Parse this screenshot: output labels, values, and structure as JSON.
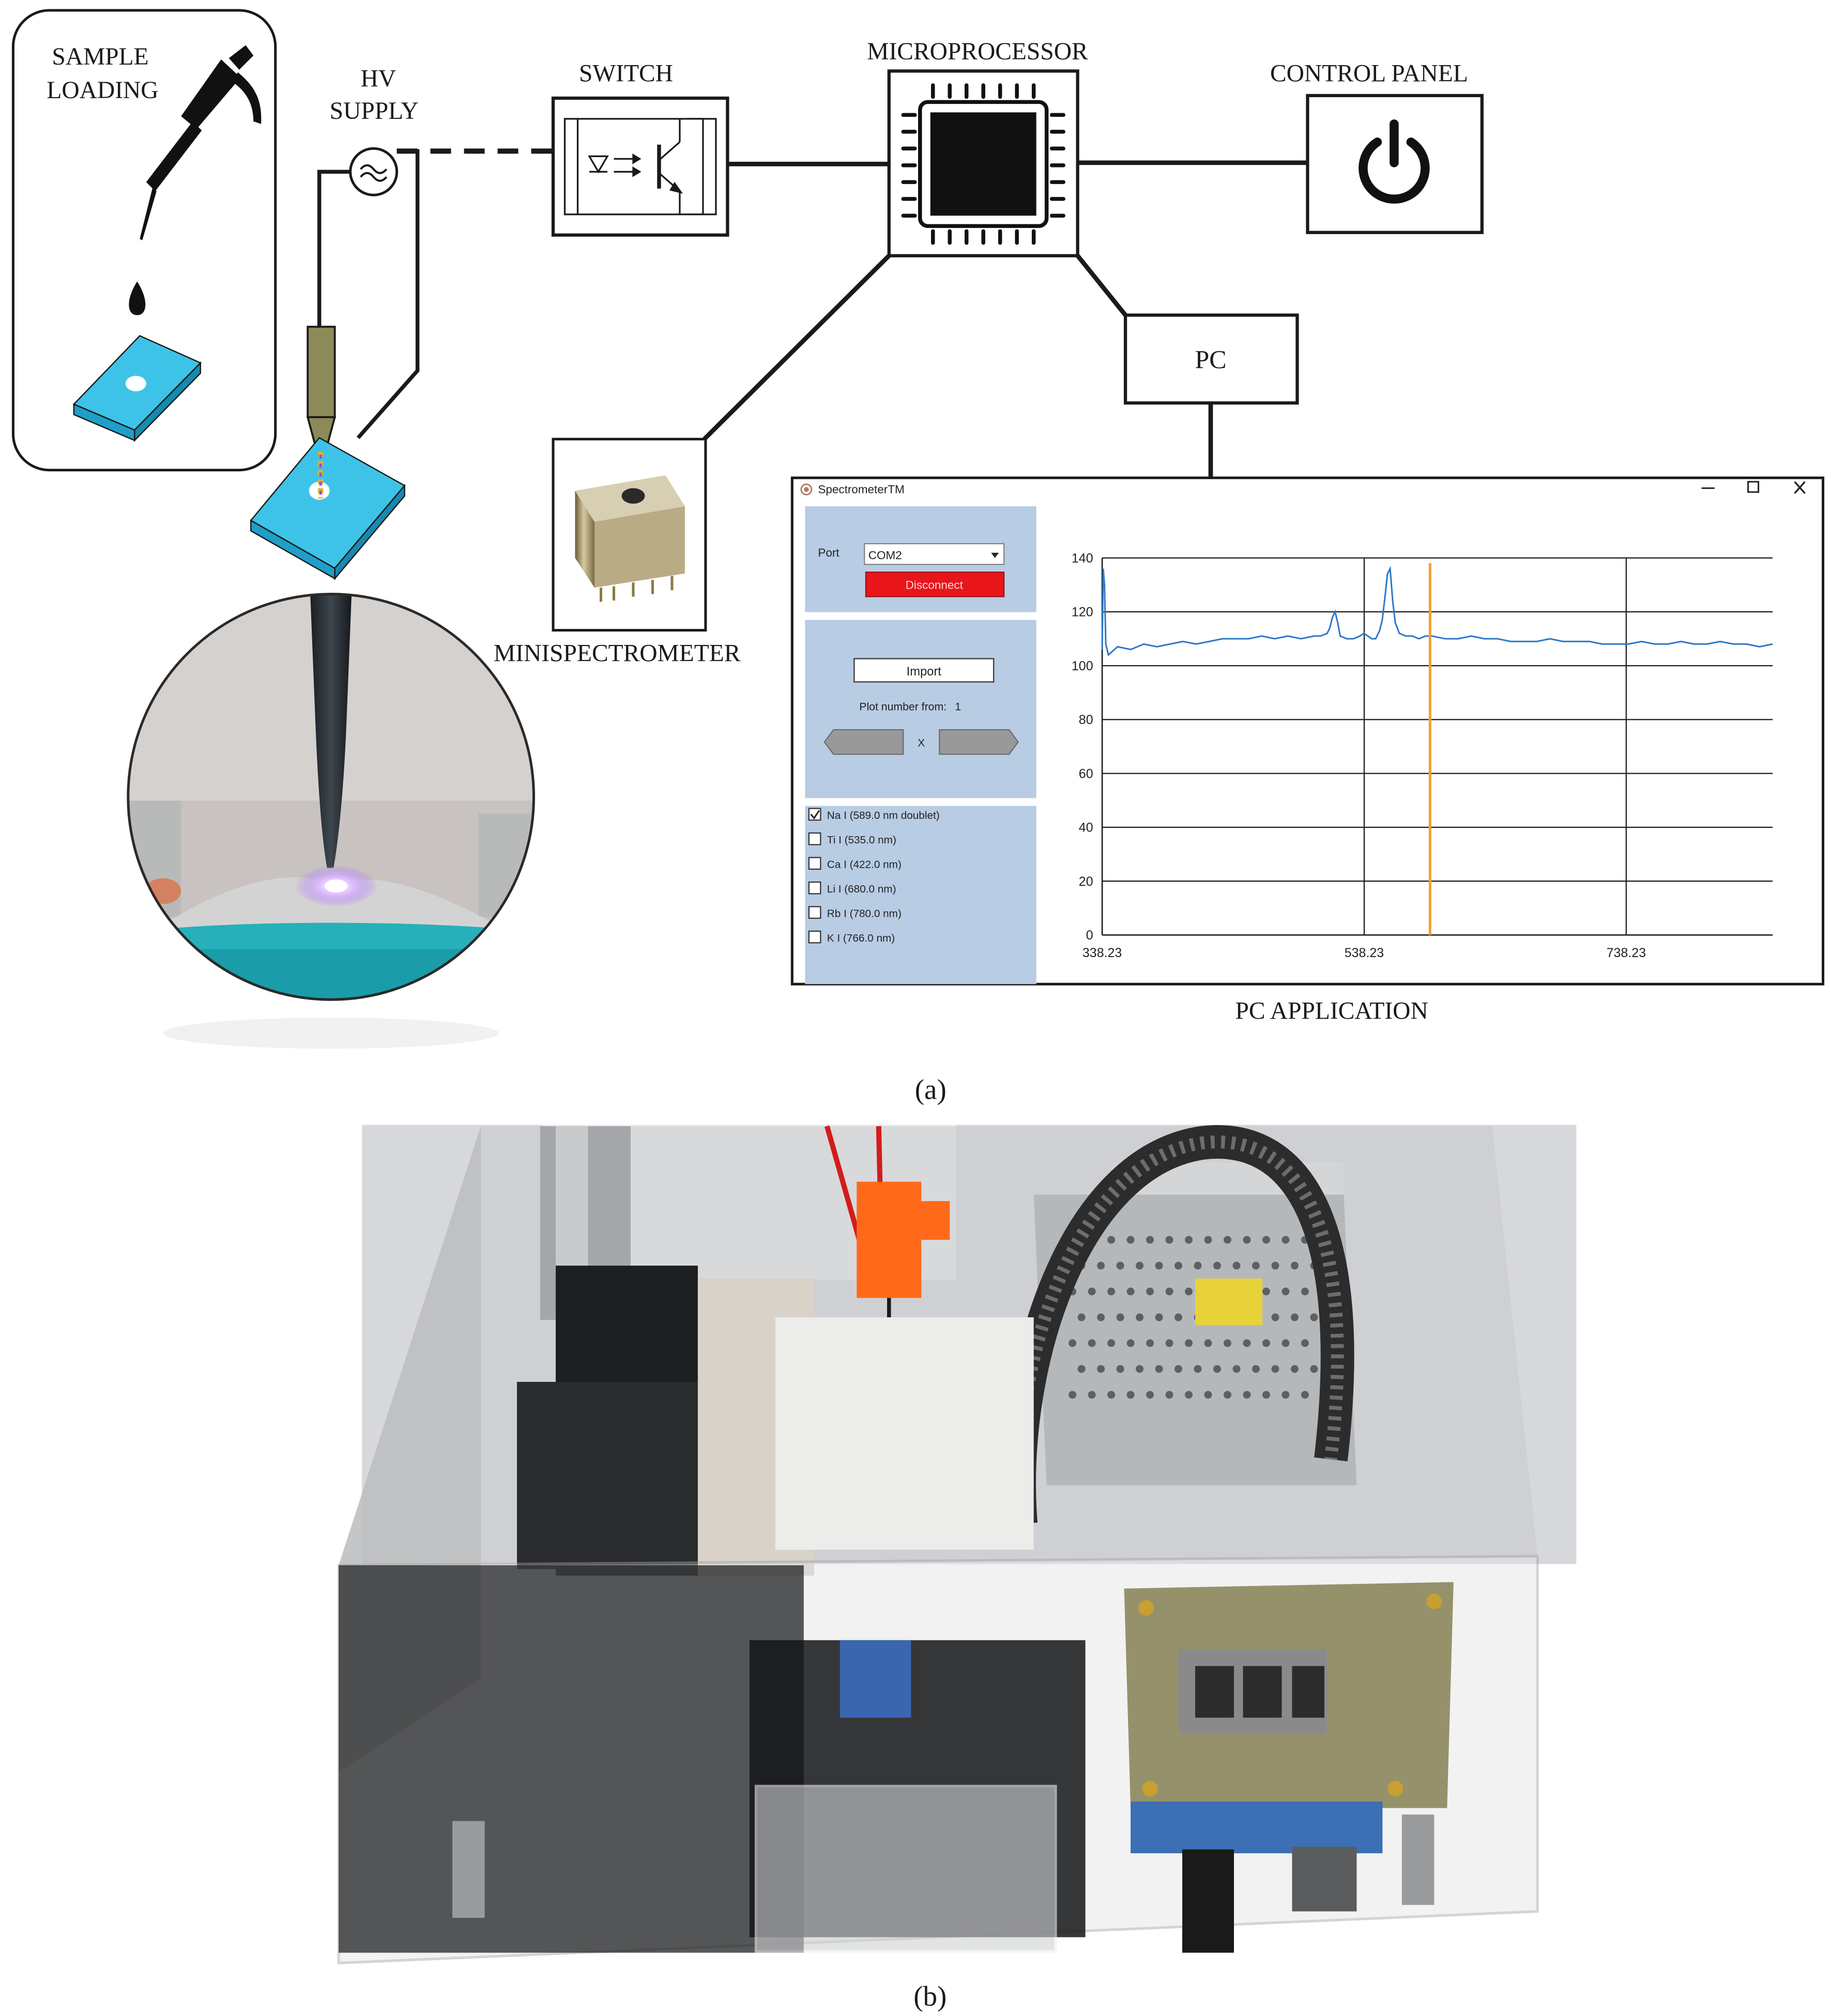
{
  "labels": {
    "sample_loading_1": "SAMPLE",
    "sample_loading_2": "LOADING",
    "hv_1": "HV",
    "hv_2": "SUPPLY",
    "switch": "SWITCH",
    "microprocessor": "MICROPROCESSOR",
    "control_panel": "CONTROL PANEL",
    "pc": "PC",
    "minispectrometer": "MINISPECTROMETER",
    "pc_application": "PC APPLICATION",
    "caption_a": "(a)",
    "caption_b": "(b)"
  },
  "app": {
    "title": "SpectrometerTM",
    "port_label": "Port",
    "port_value": "COM2",
    "disconnect_label": "Disconnect",
    "import_label": "Import",
    "plot_number_label": "Plot number from:",
    "plot_number_value": "1",
    "x_label": "X",
    "elements": [
      {
        "label": "Na I (589.0 nm doublet)",
        "checked": true
      },
      {
        "label": "Ti I (535.0 nm)",
        "checked": false
      },
      {
        "label": "Ca I (422.0 nm)",
        "checked": false
      },
      {
        "label": "Li I (680.0 nm)",
        "checked": false
      },
      {
        "label": "Rb I (780.0 nm)",
        "checked": false
      },
      {
        "label": "K I (766.0 nm)",
        "checked": false
      }
    ],
    "colors": {
      "panel": "#b8cce4",
      "disconnect": "#e8151b",
      "line": "#2c78c8",
      "marker": "#f0a030"
    }
  },
  "chart_data": {
    "type": "line",
    "x_ticks": [
      "338.23",
      "538.23",
      "738.23"
    ],
    "y_ticks": [
      "0",
      "20",
      "40",
      "60",
      "80",
      "100",
      "120",
      "140"
    ],
    "xlim": [
      338.23,
      850
    ],
    "ylim": [
      0,
      140
    ],
    "grid": true,
    "marker_x": 588.5,
    "x": [
      338.23,
      339,
      340,
      341,
      343,
      350,
      360,
      370,
      380,
      390,
      400,
      410,
      420,
      430,
      440,
      450,
      460,
      470,
      480,
      490,
      500,
      505,
      510,
      512,
      514,
      516,
      518,
      520,
      525,
      530,
      535,
      538,
      541,
      544,
      547,
      550,
      552,
      554,
      556,
      558,
      560,
      562,
      565,
      570,
      575,
      580,
      585,
      590,
      600,
      610,
      620,
      630,
      640,
      650,
      660,
      670,
      680,
      690,
      700,
      710,
      720,
      730,
      740,
      750,
      760,
      770,
      780,
      790,
      800,
      810,
      820,
      830,
      840,
      850
    ],
    "y": [
      106,
      136,
      130,
      108,
      104,
      107,
      106,
      108,
      107,
      108,
      109,
      108,
      109,
      110,
      110,
      110,
      111,
      110,
      111,
      110,
      111,
      111,
      112,
      114,
      118,
      120,
      116,
      111,
      110,
      110,
      111,
      112,
      111,
      110,
      110,
      113,
      117,
      125,
      134,
      136,
      124,
      116,
      112,
      111,
      111,
      110,
      111,
      111,
      110,
      110,
      111,
      110,
      110,
      109,
      109,
      109,
      110,
      109,
      109,
      109,
      108,
      108,
      108,
      109,
      108,
      108,
      109,
      108,
      108,
      109,
      108,
      108,
      107,
      108
    ]
  }
}
